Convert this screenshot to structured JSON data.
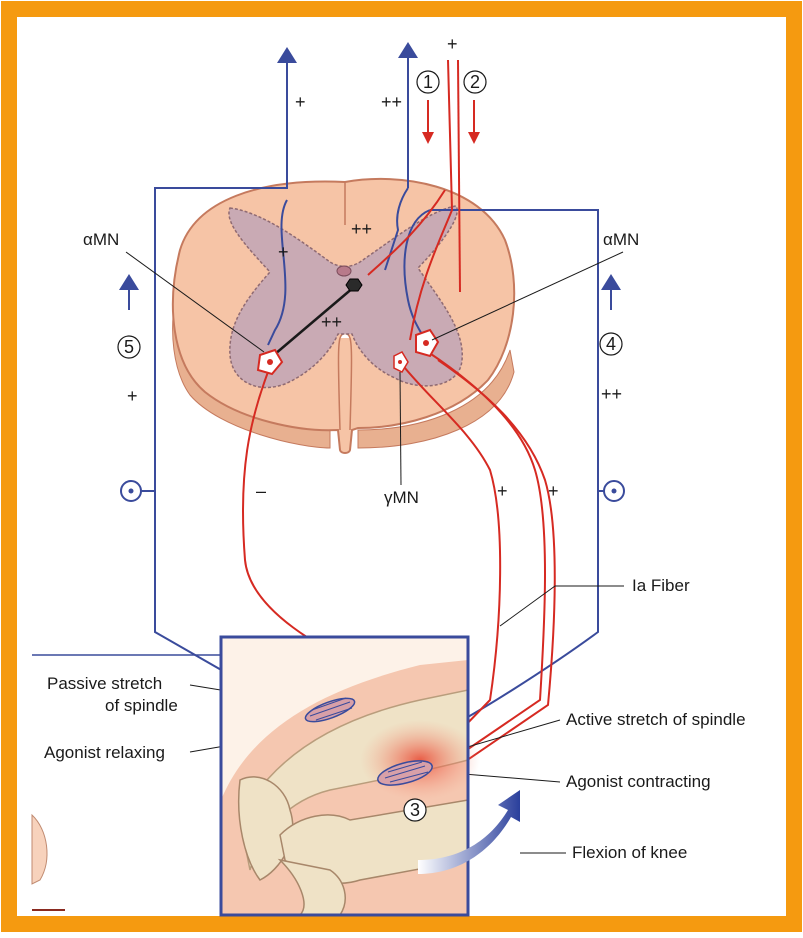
{
  "colors": {
    "frame": "#f59a10",
    "blue": "#3a4b9c",
    "red": "#d62a22",
    "cord_outer": "#f6c4a6",
    "cord_gray": "#c9aab4",
    "muscle": "#f2a98c",
    "bone": "#efe2c6"
  },
  "labels": {
    "alpha_mn_left": "αMN",
    "alpha_mn_right": "αMN",
    "gamma_mn": "γMN",
    "ia_fiber": "Ia Fiber",
    "passive_stretch_line1": "Passive stretch",
    "passive_stretch_line2": "of spindle",
    "agonist_relaxing": "Agonist relaxing",
    "active_stretch": "Active stretch of spindle",
    "agonist_contracting": "Agonist contracting",
    "flexion_of_knee": "Flexion of knee"
  },
  "numbers": {
    "n1": "1",
    "n2": "2",
    "n3": "3",
    "n4": "4",
    "n5": "5"
  },
  "signs": {
    "top_left_plus": "+",
    "top_double_plus": "++",
    "top_right_plus": "+",
    "cord_left_plus": "+",
    "cord_top_double_plus": "++",
    "cord_center_double_plus": "++",
    "left_plus": "+",
    "right_double_plus": "++",
    "minus": "–",
    "red_plus_1": "+",
    "red_plus_2": "+"
  },
  "icons": [
    "up-arrow-icon",
    "down-arrow-icon",
    "stretch-receptor-icon",
    "curved-arrow-icon"
  ]
}
